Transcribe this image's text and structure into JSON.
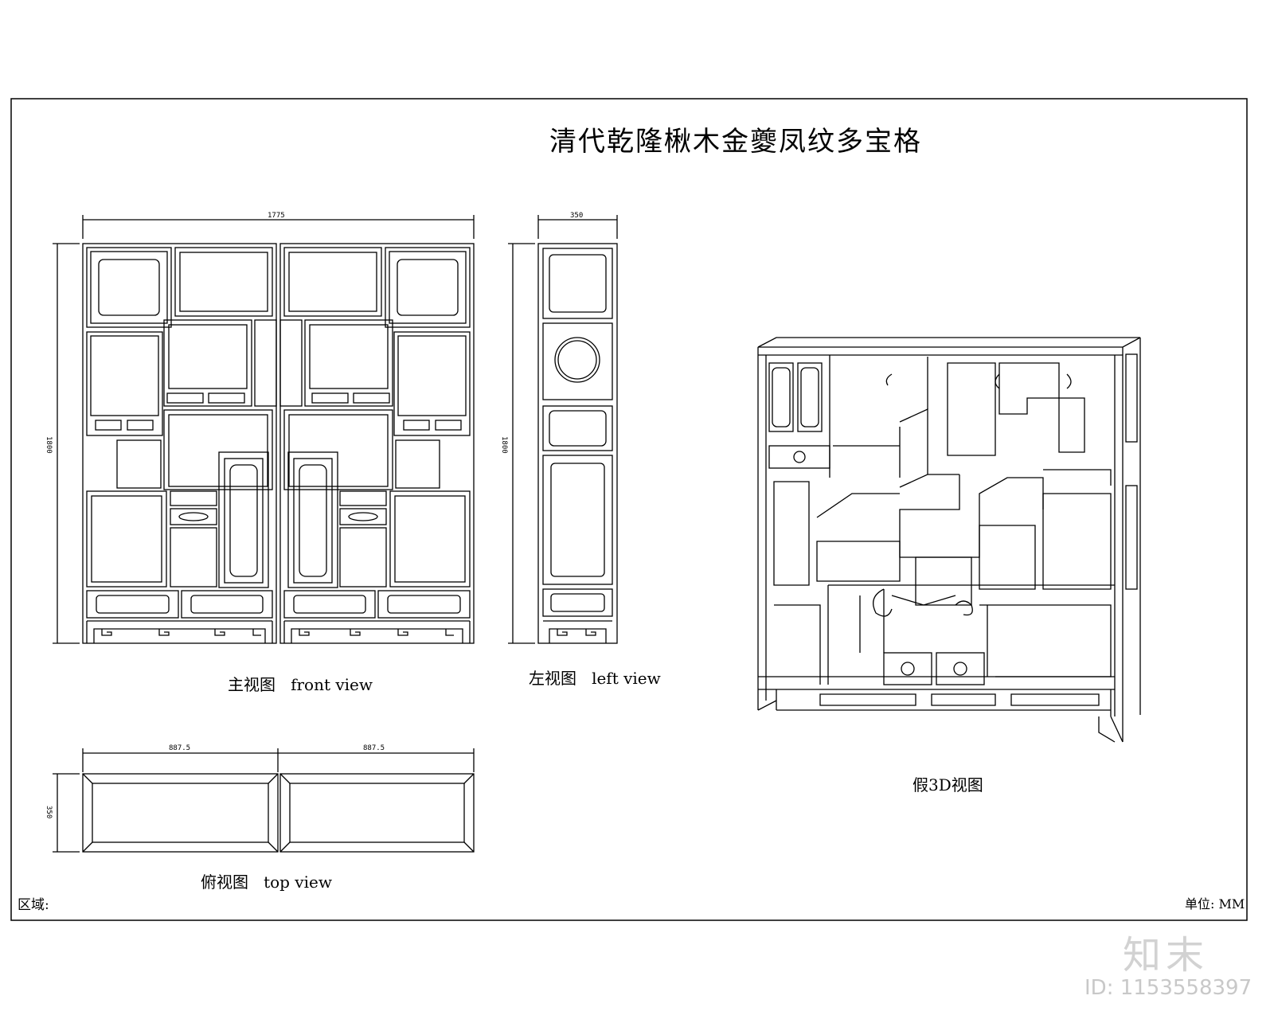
{
  "title": "清代乾隆楸木金夔凤纹多宝格",
  "views": {
    "front": "主视图   front view",
    "left": "左视图   left view",
    "top": "俯视图   top view",
    "pseudo3d": "假3D视图"
  },
  "dimensions": {
    "front_width": "1775",
    "front_height": "1800",
    "left_width": "350",
    "left_height": "1800",
    "top_left": "887.5",
    "top_right": "887.5",
    "top_depth": "350"
  },
  "footer": {
    "area_label": "区域:",
    "unit_label": "单位: MM"
  },
  "watermark": {
    "logo_text": "知末",
    "image_id": "ID: 1153558397"
  }
}
